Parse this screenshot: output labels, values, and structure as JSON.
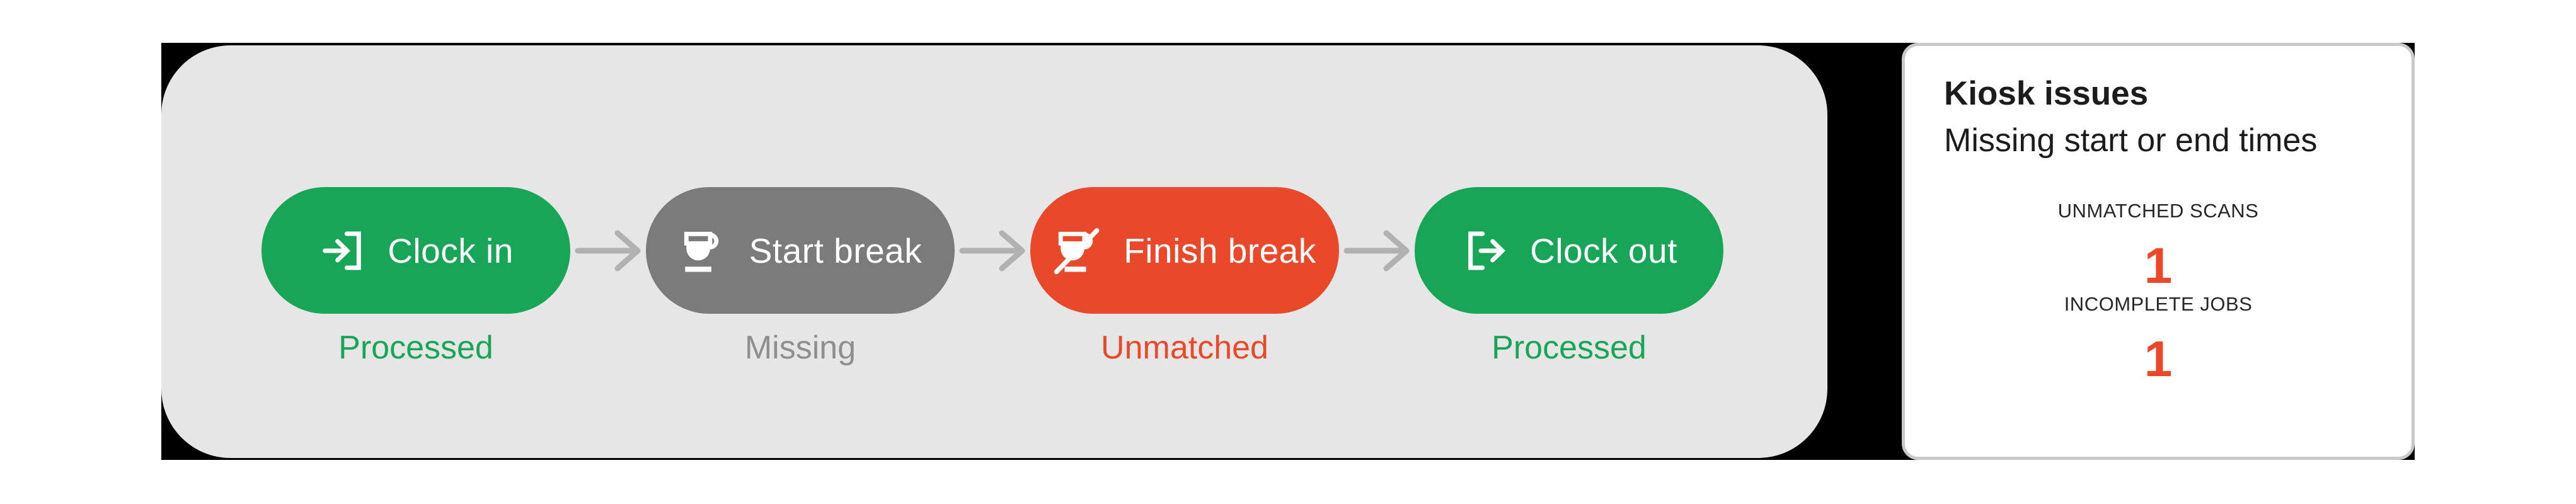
{
  "colors": {
    "green": "#18a558",
    "gray": "#7b7b7b",
    "red": "#e8492b",
    "status_gray": "#8f8f8f",
    "panel_bg": "#e7e6e6",
    "arrow": "#b1b1b1",
    "card_border": "#c9c9c9",
    "text_dark": "#1c1c1c"
  },
  "flow": {
    "steps": [
      {
        "label": "Clock in",
        "status": "Processed",
        "icon": "clock-in-icon",
        "state_color": "#18a558"
      },
      {
        "label": "Start break",
        "status": "Missing",
        "icon": "coffee-cup-icon",
        "state_color": "#7b7b7b"
      },
      {
        "label": "Finish break",
        "status": "Unmatched",
        "icon": "coffee-cup-off-icon",
        "state_color": "#e8492b"
      },
      {
        "label": "Clock out",
        "status": "Processed",
        "icon": "clock-out-icon",
        "state_color": "#18a558"
      }
    ]
  },
  "issues_card": {
    "title": "Kiosk issues",
    "subtitle": "Missing start or end times",
    "stats": [
      {
        "label": "UNMATCHED SCANS",
        "value": "1"
      },
      {
        "label": "INCOMPLETE JOBS",
        "value": "1"
      }
    ]
  }
}
